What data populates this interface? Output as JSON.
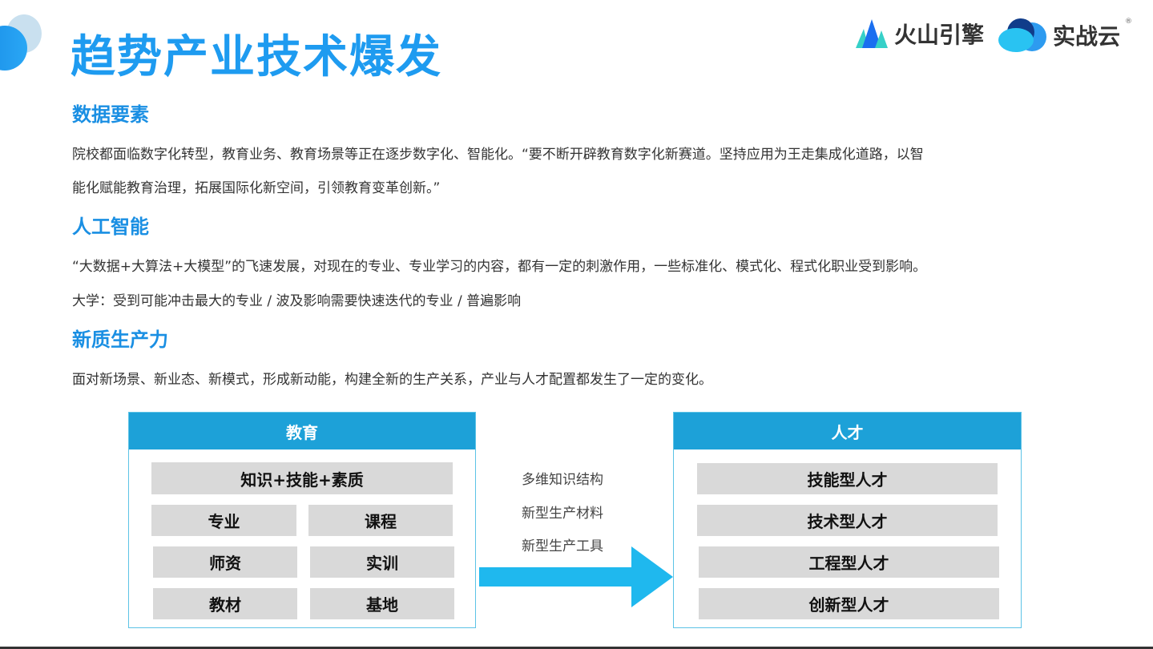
{
  "title": "趋势产业技术爆发",
  "logos": {
    "volcano": "火山引擎",
    "shizhanyun": "实战云",
    "registered": "®"
  },
  "sections": [
    {
      "heading": "数据要素",
      "lines": [
        "院校都面临数字化转型，教育业务、教育场景等正在逐步数字化、智能化。“要不断开辟教育数字化新赛道。坚持应用为王走集成化道路，以智",
        "能化赋能教育治理，拓展国际化新空间，引领教育变革创新。”"
      ]
    },
    {
      "heading": "人工智能",
      "lines": [
        "“大数据+大算法+大模型”的飞速发展，对现在的专业、专业学习的内容，都有一定的刺激作用，一些标准化、模式化、程式化职业受到影响。",
        "大学：受到可能冲击最大的专业 / 波及影响需要快速迭代的专业 / 普遍影响"
      ]
    },
    {
      "heading": "新质生产力",
      "lines": [
        "面对新场景、新业态、新模式，形成新动能，构建全新的生产关系，产业与人才配置都发生了一定的变化。"
      ]
    }
  ],
  "diagram": {
    "education": {
      "header": "教育",
      "top": "知识+技能+素质",
      "cells": [
        "专业",
        "课程",
        "师资",
        "实训",
        "教材",
        "基地"
      ]
    },
    "middle": [
      "多维知识结构",
      "新型生产材料",
      "新型生产工具"
    ],
    "talent": {
      "header": "人才",
      "cells": [
        "技能型人才",
        "技术型人才",
        "工程型人才",
        "创新型人才"
      ]
    }
  },
  "colors": {
    "accent": "#1e9bf0",
    "header": "#1da1d8",
    "arrow": "#1fb8ee",
    "cell": "#d9d9d9"
  }
}
